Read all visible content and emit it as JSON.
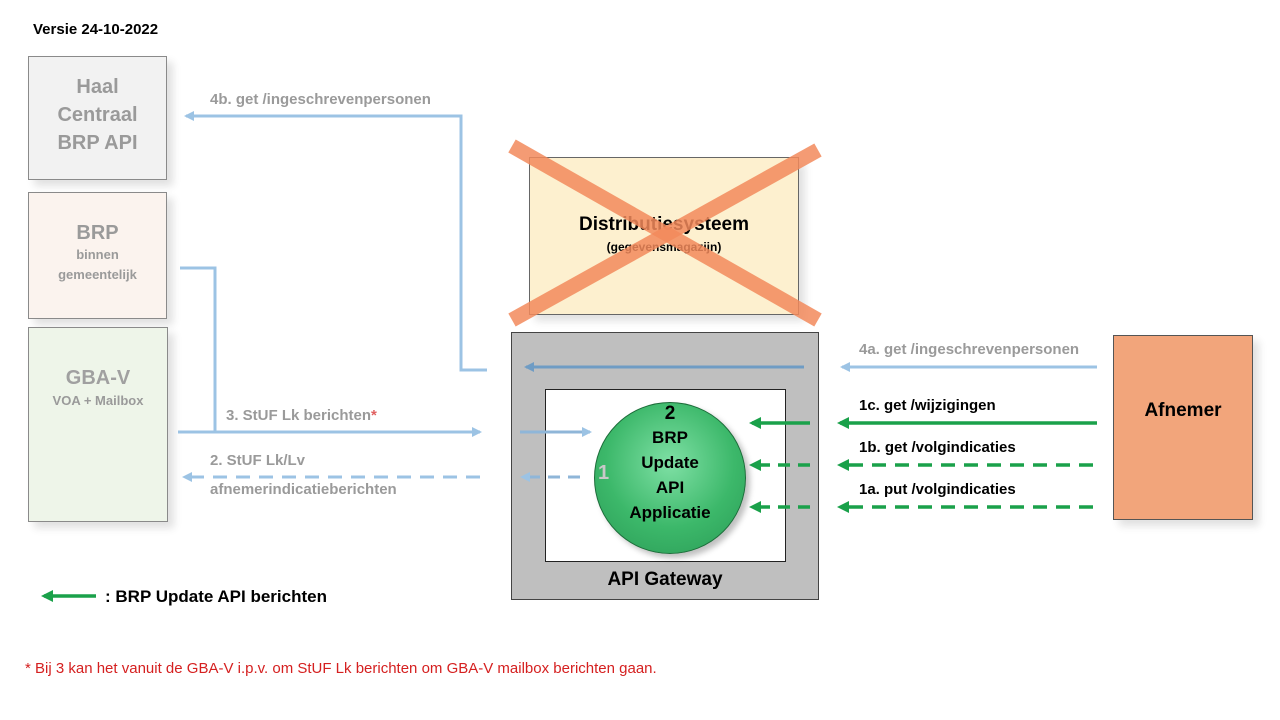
{
  "version": "Versie 24-10-2022",
  "boxes": {
    "haal_centraal": [
      "Haal",
      "Centraal",
      "BRP API"
    ],
    "brp": {
      "title": "BRP",
      "sub1": "binnen",
      "sub2": "gemeentelijk"
    },
    "gbav": {
      "title": "GBA-V",
      "sub": "VOA + Mailbox"
    },
    "distributiesysteem": {
      "title": "Distributiesysteem",
      "sub": "(gegevensmagazijn)"
    },
    "gateway": "API Gateway",
    "afnemer": "Afnemer",
    "application": {
      "number": "2",
      "lines": [
        "BRP",
        "Update",
        "API",
        "Applicatie"
      ]
    },
    "marker_1": "1"
  },
  "arrows": {
    "a4b": "4b. get /ingeschrevenpersonen",
    "a4a": "4a. get /ingeschrevenpersonen",
    "a3": "3. StUF Lk berichten",
    "a3_asterisk": "*",
    "a2_line1": "2. StUF Lk/Lv",
    "a2_line2": "afnemerindicatieberichten",
    "a1c": "1c. get /wijzigingen",
    "a1b": "1b. get /volgindicaties",
    "a1a": "1a. put /volgindicaties"
  },
  "legend": ": BRP Update API berichten",
  "footnote": "* Bij 3 kan het vanuit de GBA-V i.p.v. om StUF Lk berichten om GBA-V mailbox berichten gaan.",
  "colors": {
    "blue_arrow": "#9cc3e4",
    "green_arrow": "#1aa14a",
    "cross": "#f28a5c",
    "footnote": "#d52020"
  }
}
